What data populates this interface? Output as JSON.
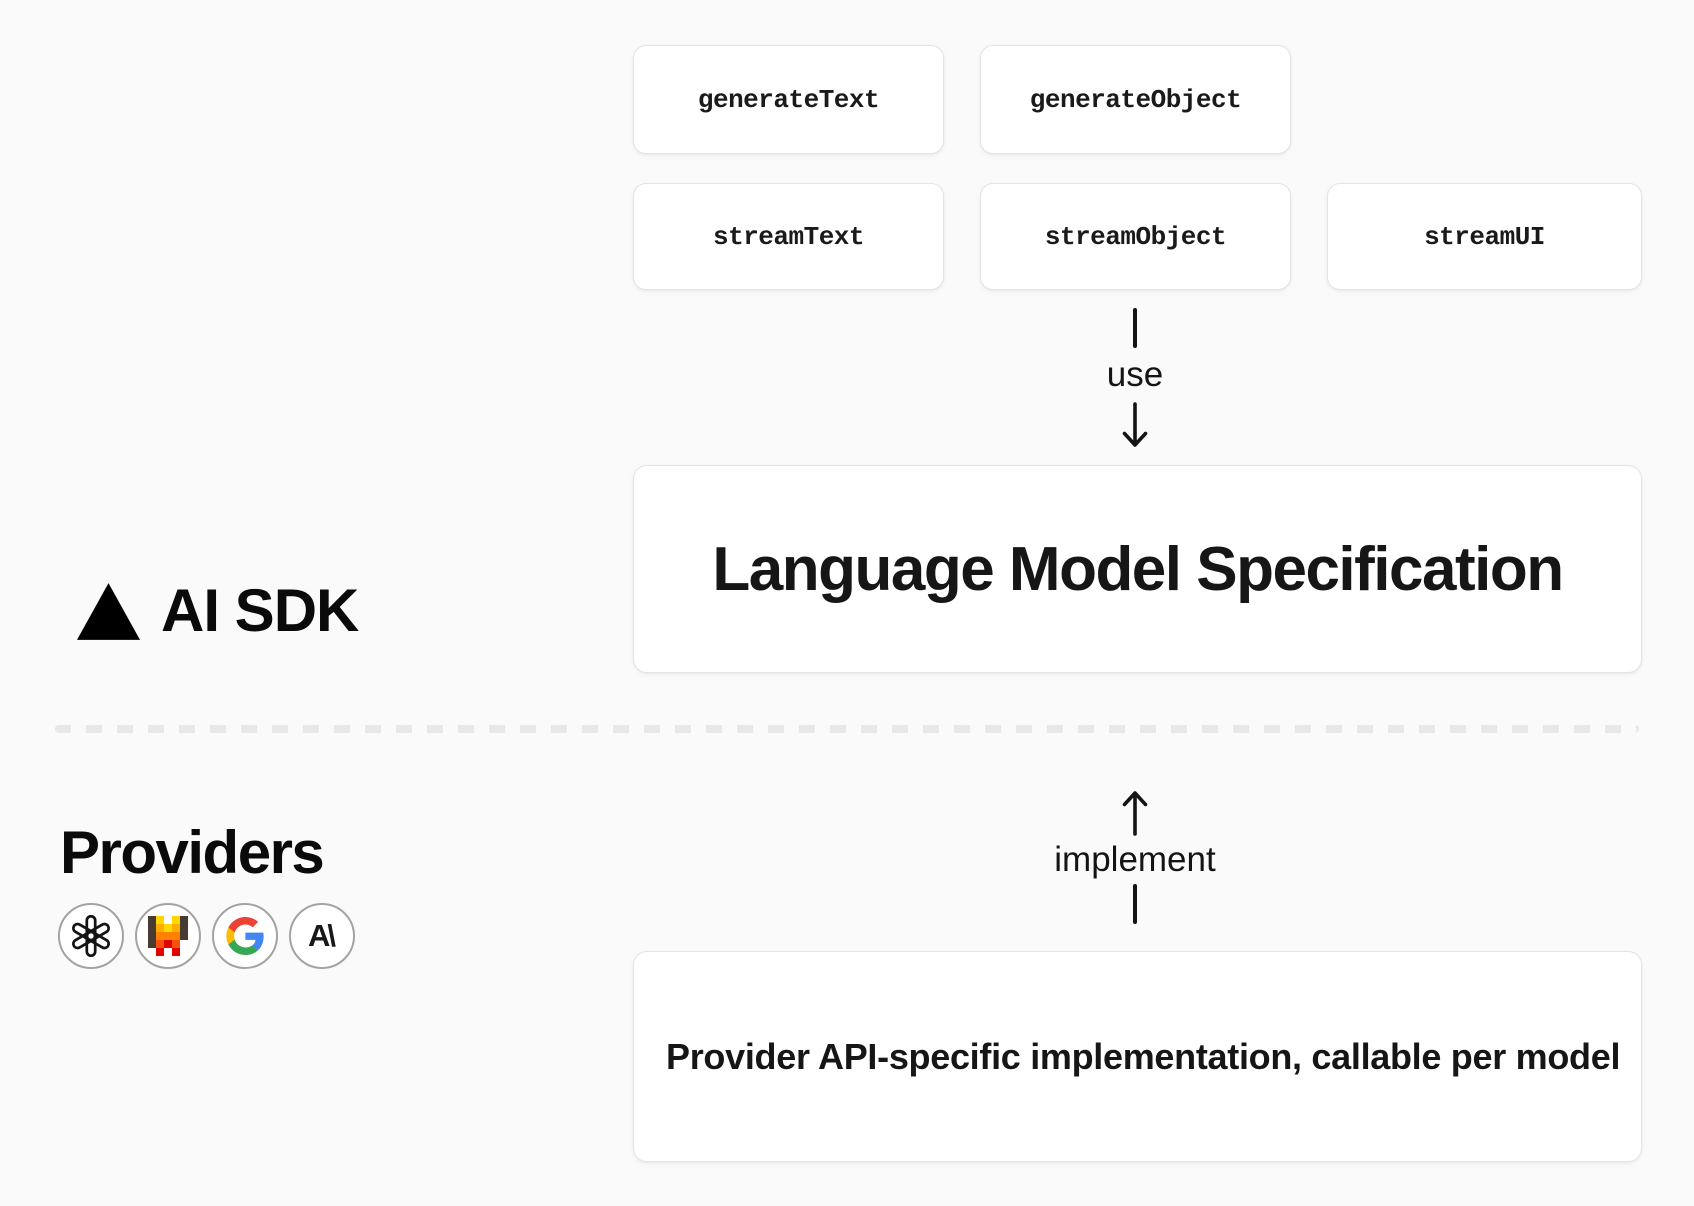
{
  "functions": {
    "generate_text": "generateText",
    "generate_object": "generateObject",
    "stream_text": "streamText",
    "stream_object": "streamObject",
    "stream_ui": "streamUI"
  },
  "relations": {
    "use_label": "use",
    "implement_label": "implement"
  },
  "sdk": {
    "name": "AI SDK",
    "spec_title": "Language Model Specification",
    "logo_icon": "vercel-triangle-icon"
  },
  "providers": {
    "heading": "Providers",
    "implementation_text": "Provider API-specific implementation, callable per model",
    "icons": [
      "openai-logo-icon",
      "mistral-logo-icon",
      "google-logo-icon",
      "anthropic-logo-icon"
    ],
    "anthropic_glyph": "A\\"
  },
  "colors": {
    "background": "#fafafa",
    "card_background": "#ffffff",
    "card_border": "#e4e4e4",
    "text": "#161616",
    "divider_dash": "#e8e8e8",
    "provider_circle_border": "#a3a3a3",
    "mistral_palette": [
      "#ffd702",
      "#ffaf00",
      "#ff8205",
      "#fa500f",
      "#e10500",
      "#473b33"
    ],
    "google_blue": "#4285f4",
    "google_green": "#34a853",
    "google_yellow": "#fbbc05",
    "google_red": "#ea4335"
  }
}
